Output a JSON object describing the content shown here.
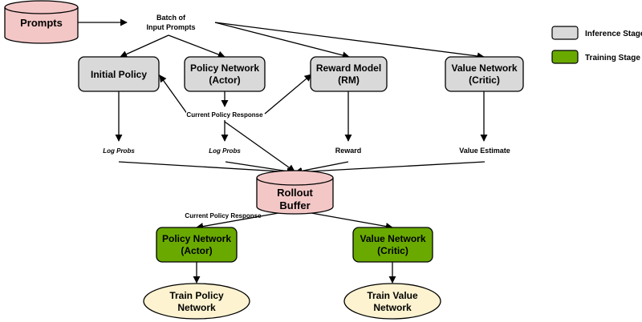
{
  "nodes": {
    "prompts": "Prompts",
    "batch": [
      "Batch of",
      "Input Prompts"
    ],
    "initial_policy": "Initial Policy",
    "policy_network_inference": [
      "Policy Network",
      "(Actor)"
    ],
    "reward_model": [
      "Reward Model",
      "(RM)"
    ],
    "value_network_inference": [
      "Value Network",
      "(Critic)"
    ],
    "rollout_buffer": [
      "Rollout",
      "Buffer"
    ],
    "policy_network_training": [
      "Policy Network",
      "(Actor)"
    ],
    "value_network_training": [
      "Value Network",
      "(Critic)"
    ],
    "train_policy": [
      "Train Policy",
      "Network"
    ],
    "train_value": [
      "Train Value",
      "Network"
    ]
  },
  "edge_labels": {
    "current_policy_response_top": "Current Policy Response",
    "log_probs_initial": "Log Probs",
    "log_probs_actor": "Log Probs",
    "reward": "Reward",
    "value_estimate": "Value Estimate",
    "current_policy_response_bottom": "Current Policy Response"
  },
  "legend": {
    "inference": "Inference Stage",
    "training": "Training Stage"
  },
  "colors": {
    "inference_fill": "#d9d9d9",
    "training_fill": "#6aaa00",
    "storage_fill": "#f4c7c7",
    "train_fill": "#fdf3d0"
  }
}
